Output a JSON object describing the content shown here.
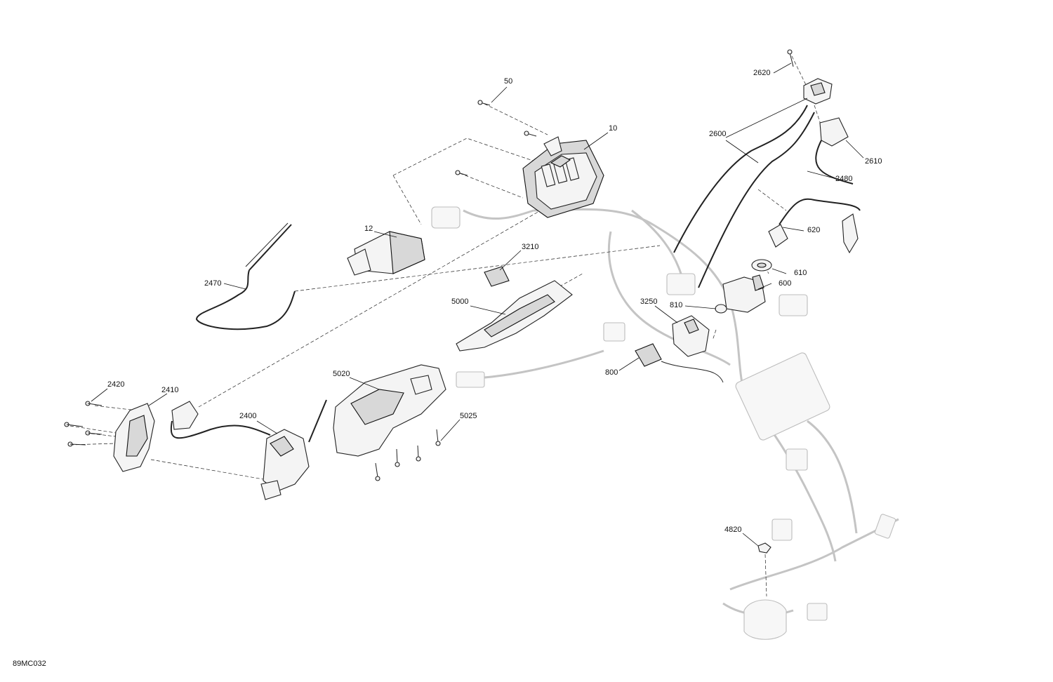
{
  "diagram": {
    "reference_code": "89MC032",
    "callouts": {
      "c10": "10",
      "c12": "12",
      "c50": "50",
      "c600": "600",
      "c610": "610",
      "c620": "620",
      "c800": "800",
      "c810": "810",
      "c2400": "2400",
      "c2410": "2410",
      "c2420": "2420",
      "c2470": "2470",
      "c2480": "2480",
      "c2600": "2600",
      "c2610": "2610",
      "c2620": "2620",
      "c3210": "3210",
      "c3250": "3250",
      "c4820": "4820",
      "c5000": "5000",
      "c5020": "5020",
      "c5025": "5025"
    }
  }
}
